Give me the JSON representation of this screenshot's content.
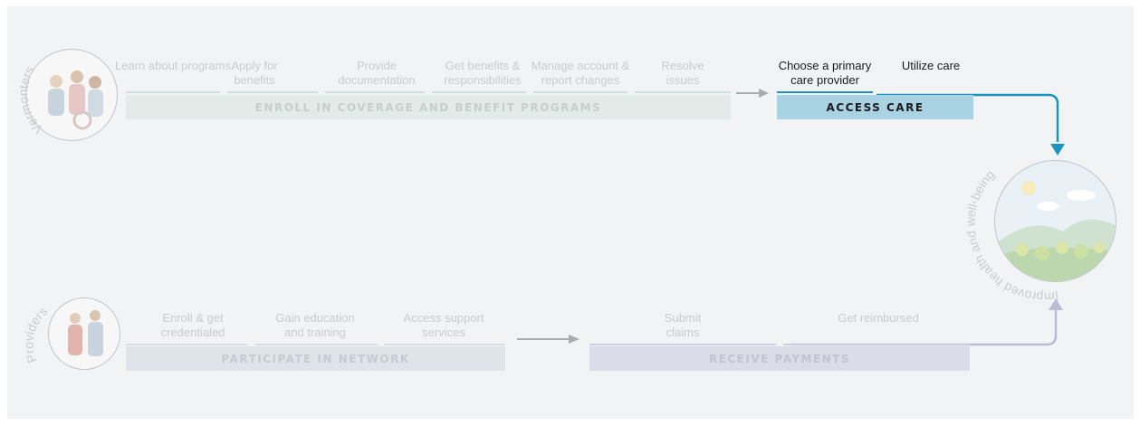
{
  "vermonters": {
    "label": "Vermonters",
    "steps": [
      "Learn about programs",
      "Apply for benefits",
      "Provide documentation",
      "Get benefits & responsibilities",
      "Manage account & report changes",
      "Resolve issues"
    ],
    "phase_label": "ENROLL IN COVERAGE AND BENEFIT PROGRAMS"
  },
  "access_care": {
    "steps": [
      "Choose a primary care provider",
      "Utilize care"
    ],
    "phase_label": "ACCESS CARE"
  },
  "providers": {
    "label": "Providers",
    "steps": [
      "Enroll & get credentialed",
      "Gain education and training",
      "Access support services"
    ],
    "phase_label": "PARTICIPATE IN NETWORK"
  },
  "payments": {
    "steps": [
      "Submit claims",
      "Get reimbursed"
    ],
    "phase_label": "RECEIVE PAYMENTS"
  },
  "outcome": {
    "label": "Improved health and well-being"
  },
  "colors": {
    "faded_text": "#c9cbcc",
    "enroll_bar": "#e2ebe8",
    "enroll_underline": "#cfe0da",
    "access_bar": "#a9d3e3",
    "access_underline": "#1b95bf",
    "participate_bar": "#dfe4eb",
    "payments_bar": "#dcdbe8",
    "arrow_gray": "#a8acb0",
    "flow_blue": "#1b95bf",
    "flow_purple": "#bdbbd6"
  }
}
